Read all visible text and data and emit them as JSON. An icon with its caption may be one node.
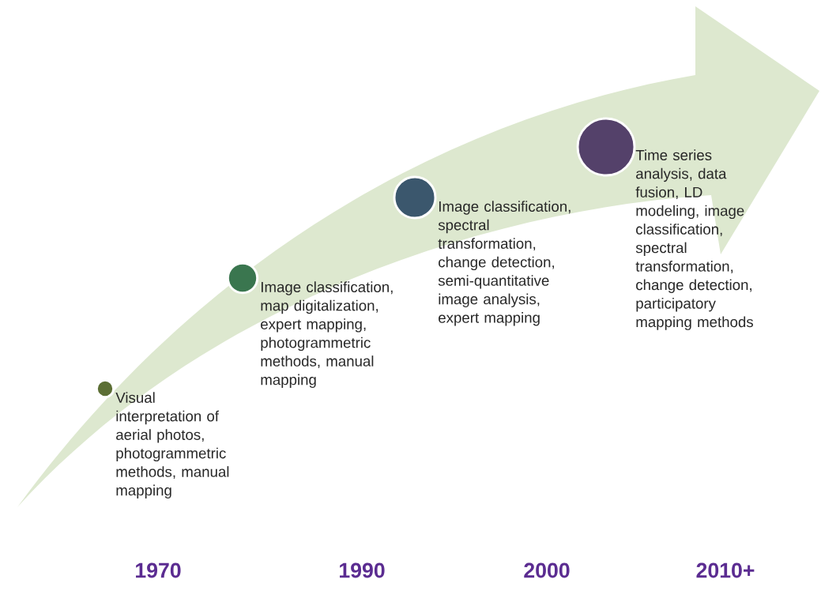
{
  "diagram": {
    "nodes": [
      {
        "text": [],
        "shape": "circle",
        "beside": [
          "Visual interpretation of aerial photos, photogrammetric methods, manual mapping"
        ]
      },
      {
        "text": [],
        "shape": "circle",
        "beside": [
          "Image classification, map digitalization, expert mapping, photogrammetric methods, manual mapping"
        ]
      },
      {
        "text": [],
        "shape": "circle",
        "beside": [
          "Image classification, spectral transformation, change detection, semi-quantitative image analysis, expert mapping"
        ]
      },
      {
        "text": [],
        "shape": "circle",
        "beside": [
          "Time series analysis, data fusion, LD modeling, image classification, spectral transformation, change detection, participatory mapping methods"
        ]
      }
    ],
    "labels": [
      "1970",
      "1990",
      "2000",
      "2010+"
    ]
  }
}
